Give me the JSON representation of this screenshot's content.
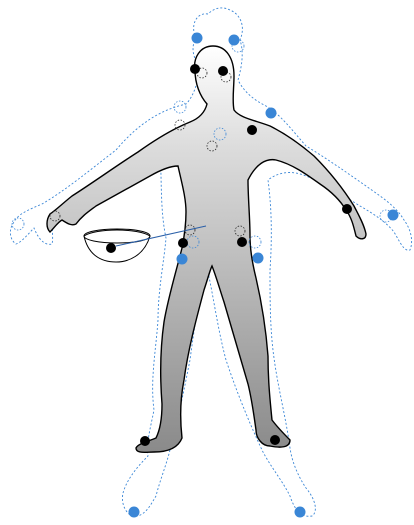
{
  "colors": {
    "background": "#ffffff",
    "body_fill_top": "#ffffff",
    "body_fill_bottom": "#8a8a8a",
    "body_outline": "#000000",
    "ghost_outline": "#3a86d6",
    "landmark_black": "#000000",
    "landmark_blue": "#3a86d6",
    "hollow_landmark_blue": "#3a86d6",
    "hollow_landmark_black": "#222222",
    "bowl_outline": "#000000",
    "connector_line": "#2a5fa8"
  },
  "figure": {
    "body_shape": "human-silhouette",
    "ghost_shape": "dotted-offset-silhouette"
  },
  "landmarks": {
    "solid_black": [
      "head-left",
      "head-right",
      "left-shoulder",
      "left-wrist",
      "left-hip",
      "right-hip",
      "right-ankle",
      "left-ankle",
      "bowl-center"
    ],
    "solid_blue": [
      "ghost-head-left",
      "ghost-head-right",
      "ghost-shoulder",
      "ghost-left-wrist",
      "ghost-right-hip",
      "ghost-left-hip",
      "ghost-right-foot",
      "ghost-left-foot"
    ],
    "hollow_black": [
      "neck",
      "chest",
      "right-hip-hollow",
      "left-hip-hollow",
      "right-hand-hollow"
    ],
    "hollow_blue": [
      "ghost-head",
      "ghost-neck",
      "ghost-chest",
      "ghost-right-hip",
      "ghost-left-hip",
      "ghost-right-hand",
      "ghost-left-hand"
    ]
  }
}
